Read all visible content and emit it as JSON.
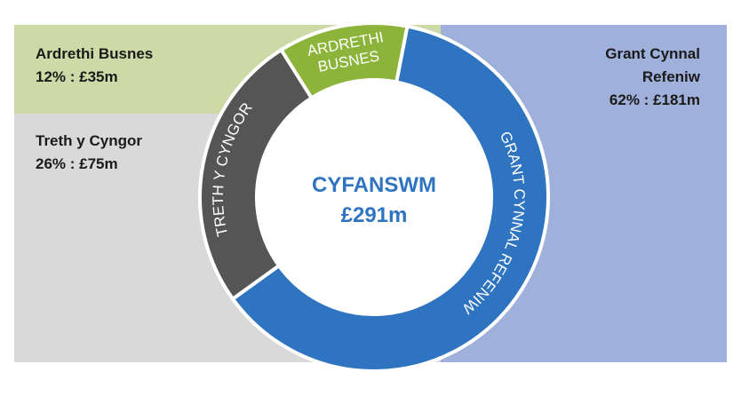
{
  "chart_data": {
    "type": "pie",
    "variant": "donut",
    "center_title": "CYFANSWM",
    "center_value": "£291m",
    "total": 291,
    "slices": [
      {
        "ring_label": "GRANT CYNNAL REFENIW",
        "legend_name": "Grant Cynnal Refeniw",
        "legend_value": "62% : £181m",
        "percent": 62,
        "value": 181,
        "color": "#2f74c0",
        "panel_color": "#9fb1da"
      },
      {
        "ring_label": "TRETH Y CYNGOR",
        "legend_name": "Treth y Cyngor",
        "legend_value": "26% : £75m",
        "percent": 26,
        "value": 75,
        "color": "#555555",
        "panel_color": "#d9d9d9"
      },
      {
        "ring_label_lines": [
          "ARDRETHI",
          "BUSNES"
        ],
        "legend_name": "Ardrethi Busnes",
        "legend_value": "12% : £35m",
        "percent": 12,
        "value": 35,
        "color": "#8cb43a",
        "panel_color": "#cdd9a6"
      }
    ]
  }
}
